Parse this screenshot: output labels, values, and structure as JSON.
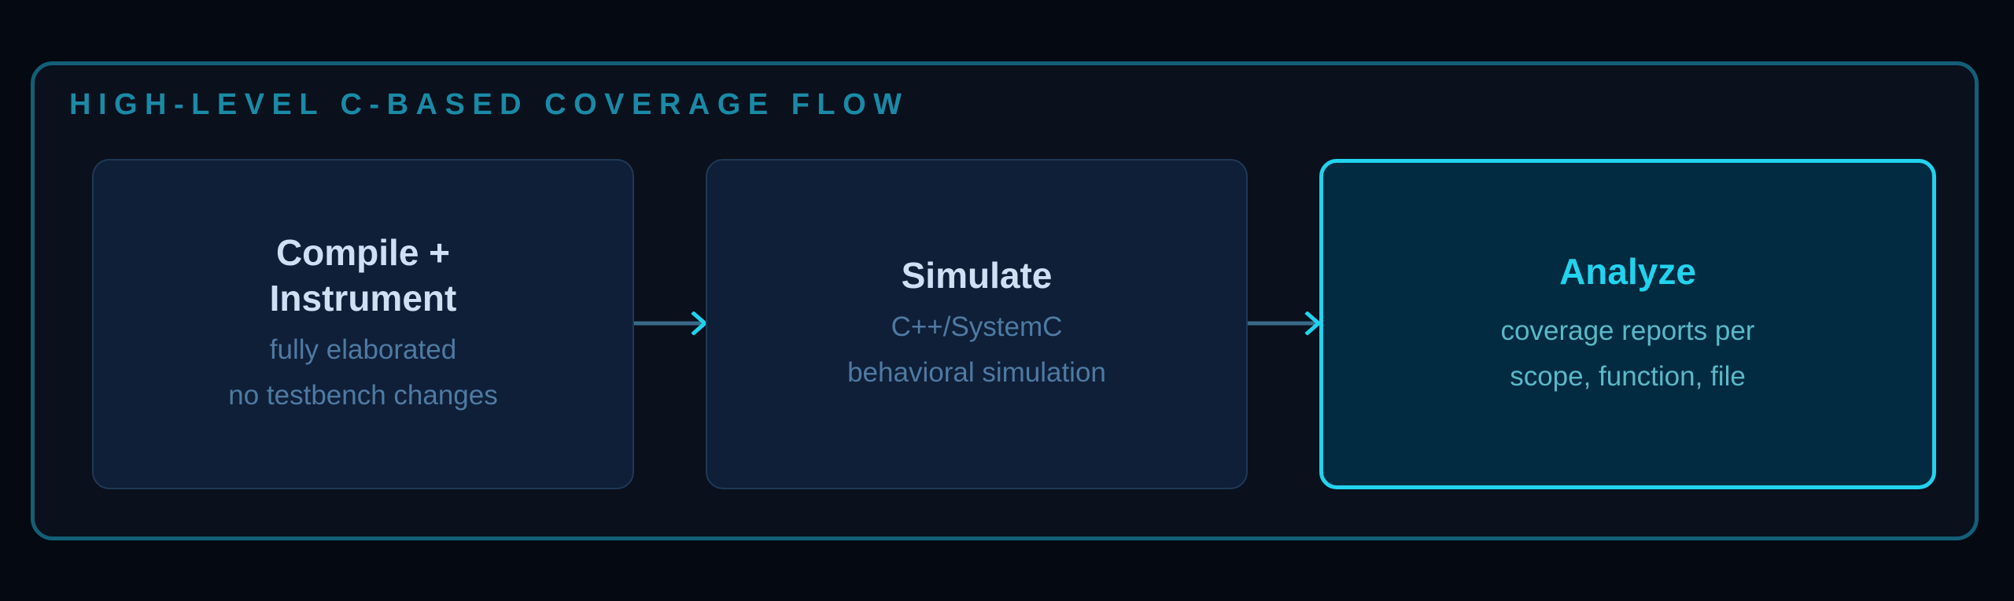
{
  "title": "HIGH-LEVEL C-BASED COVERAGE FLOW",
  "steps": [
    {
      "title_lines": [
        "Compile +",
        "Instrument"
      ],
      "details": [
        "fully elaborated",
        "no testbench changes"
      ]
    },
    {
      "title_lines": [
        "Simulate"
      ],
      "details": [
        "C++/SystemC",
        "behavioral simulation"
      ]
    },
    {
      "title_lines": [
        "Analyze"
      ],
      "details": [
        "coverage reports per",
        "scope, function, file"
      ]
    }
  ],
  "colors": {
    "accent": "#22d3ee",
    "frame": "#135f78",
    "box_bg": "#0f1f38"
  }
}
